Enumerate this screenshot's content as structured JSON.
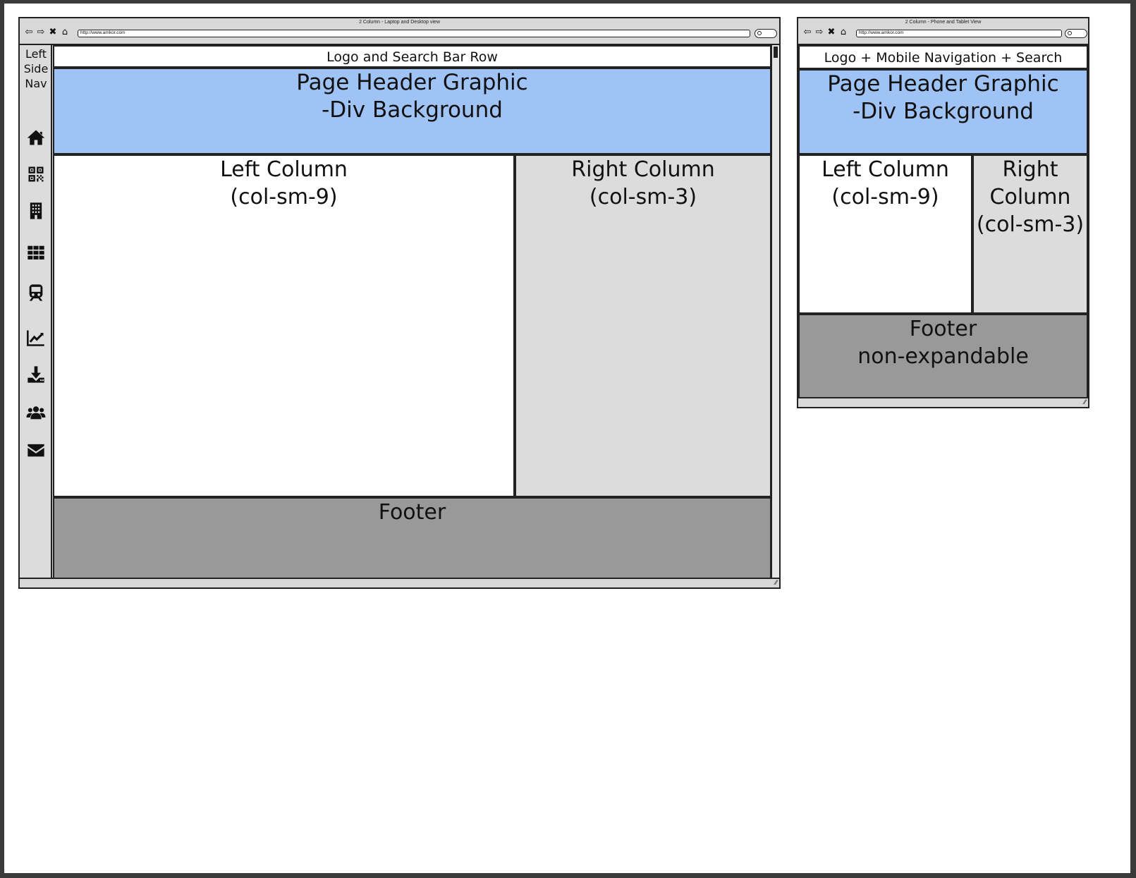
{
  "desktop": {
    "window_title": "2 Column - Laptop and Desktop view",
    "url": "http://www.amkor.com",
    "side_nav": {
      "label_lines": [
        "Left",
        "Side",
        "Nav"
      ],
      "icons": [
        "home-icon",
        "qr-code-icon",
        "building-icon",
        "grid-icon",
        "train-icon",
        "line-chart-icon",
        "download-icon",
        "users-icon",
        "envelope-icon"
      ]
    },
    "logo_row": "Logo and Search Bar Row",
    "header": [
      "Page Header Graphic",
      "-Div Background"
    ],
    "left_column": [
      "Left Column",
      "(col-sm-9)"
    ],
    "right_column": [
      "Right Column",
      "(col-sm-3)"
    ],
    "footer": "Footer"
  },
  "mobile": {
    "window_title": "2 Column - Phone and Tablet View",
    "url": "http://www.amkor.com",
    "logo_row": "Logo + Mobile Navigation + Search",
    "header": [
      "Page Header Graphic",
      "-Div Background"
    ],
    "left_column": [
      "Left Column",
      "(col-sm-9)"
    ],
    "right_column": [
      "Right",
      "Column",
      "(col-sm-3)"
    ],
    "footer": [
      "Footer",
      "non-expandable"
    ]
  },
  "colors": {
    "header_blue": "#a0c3f5",
    "right_col_gray": "#dcdcdc",
    "footer_gray": "#999999",
    "chrome_gray": "#d8d8d8"
  }
}
